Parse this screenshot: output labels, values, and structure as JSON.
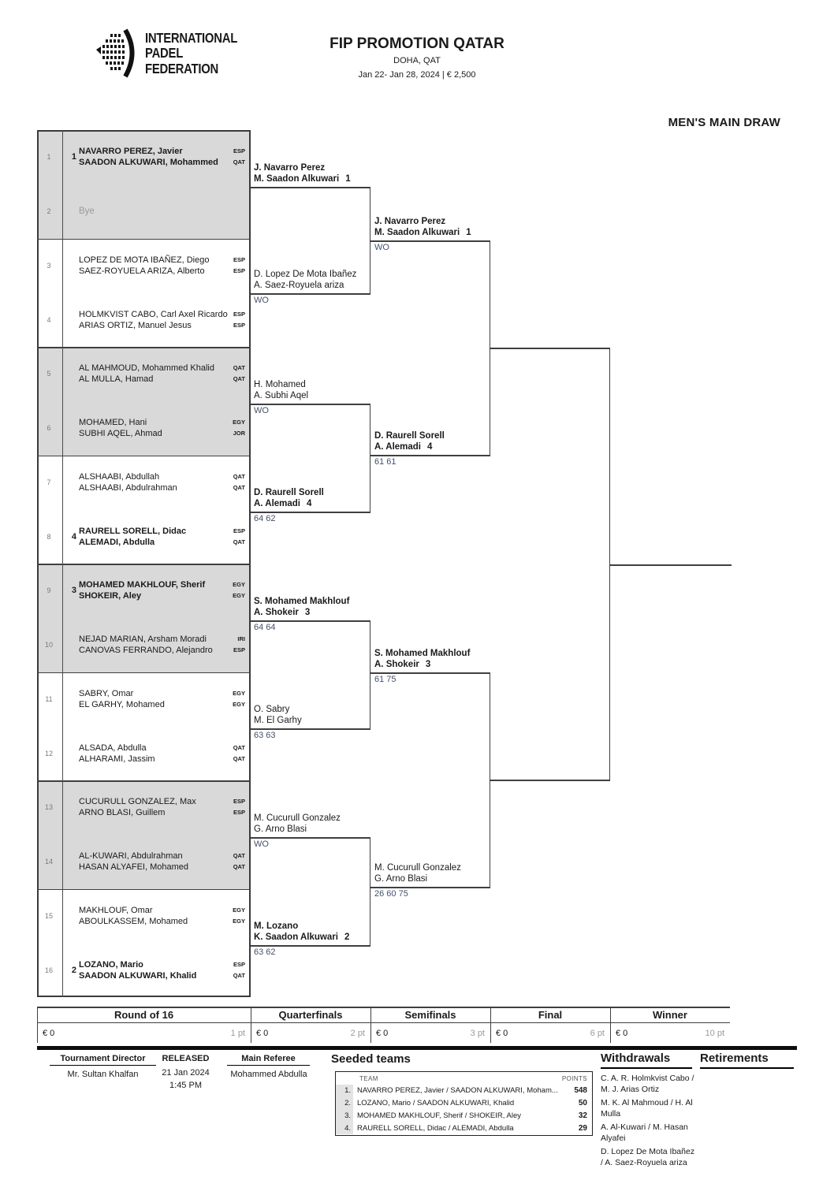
{
  "header": {
    "logo_lines": [
      "INTERNATIONAL",
      "PADEL",
      "FEDERATION"
    ],
    "title": "FIP PROMOTION QATAR",
    "location": "DOHA, QAT",
    "dates_prize": "Jan 22- Jan 28, 2024  |  € 2,500",
    "draw_title": "MEN'S MAIN DRAW"
  },
  "round16": {
    "slots": [
      {
        "num": "1",
        "seed": "1",
        "p1": "NAVARRO PEREZ, Javier",
        "c1": "ESP",
        "p2": "SAADON ALKUWARI, Mohammed",
        "c2": "QAT"
      },
      {
        "num": "2",
        "bye": "Bye"
      },
      {
        "num": "3",
        "p1": "LOPEZ DE MOTA IBAÑEZ, Diego",
        "c1": "ESP",
        "p2": "SAEZ-ROYUELA ARIZA, Alberto",
        "c2": "ESP"
      },
      {
        "num": "4",
        "p1": "HOLMKVIST CABO, Carl Axel Ricardo",
        "c1": "ESP",
        "p2": "ARIAS ORTIZ, Manuel Jesus",
        "c2": "ESP"
      },
      {
        "num": "5",
        "p1": "AL MAHMOUD, Mohammed Khalid",
        "c1": "QAT",
        "p2": "AL MULLA, Hamad",
        "c2": "QAT"
      },
      {
        "num": "6",
        "p1": "MOHAMED, Hani",
        "c1": "EGY",
        "p2": "SUBHI AQEL, Ahmad",
        "c2": "JOR"
      },
      {
        "num": "7",
        "p1": "ALSHAABI, Abdullah",
        "c1": "QAT",
        "p2": "ALSHAABI, Abdulrahman",
        "c2": "QAT"
      },
      {
        "num": "8",
        "seed": "4",
        "p1": "RAURELL SORELL, Didac",
        "c1": "ESP",
        "p2": "ALEMADI, Abdulla",
        "c2": "QAT"
      },
      {
        "num": "9",
        "seed": "3",
        "p1": "MOHAMED MAKHLOUF, Sherif",
        "c1": "EGY",
        "p2": "SHOKEIR, Aley",
        "c2": "EGY"
      },
      {
        "num": "10",
        "p1": "NEJAD MARIAN, Arsham Moradi",
        "c1": "IRI",
        "p2": "CANOVAS FERRANDO, Alejandro",
        "c2": "ESP"
      },
      {
        "num": "11",
        "p1": "SABRY, Omar",
        "c1": "EGY",
        "p2": "EL GARHY, Mohamed",
        "c2": "EGY"
      },
      {
        "num": "12",
        "p1": "ALSADA, Abdulla",
        "c1": "QAT",
        "p2": "ALHARAMI, Jassim",
        "c2": "QAT"
      },
      {
        "num": "13",
        "p1": "CUCURULL GONZALEZ, Max",
        "c1": "ESP",
        "p2": "ARNO BLASI, Guillem",
        "c2": "ESP"
      },
      {
        "num": "14",
        "p1": "AL-KUWARI, Abdulrahman",
        "c1": "QAT",
        "p2": "HASAN ALYAFEI, Mohamed",
        "c2": "QAT"
      },
      {
        "num": "15",
        "p1": "MAKHLOUF, Omar",
        "c1": "EGY",
        "p2": "ABOULKASSEM, Mohamed",
        "c2": "EGY"
      },
      {
        "num": "16",
        "seed": "2",
        "p1": "LOZANO, Mario",
        "c1": "ESP",
        "p2": "SAADON ALKUWARI, Khalid",
        "c2": "QAT"
      }
    ]
  },
  "quarterfinals": [
    {
      "p1": "J. Navarro Perez",
      "p2": "M. Saadon Alkuwari",
      "seed": "1",
      "score": ""
    },
    {
      "p1": "D. Lopez De Mota Ibañez",
      "p2": "A. Saez-Royuela ariza",
      "score": "WO"
    },
    {
      "p1": "H. Mohamed",
      "p2": "A. Subhi Aqel",
      "score": "WO"
    },
    {
      "p1": "D. Raurell Sorell",
      "p2": "A. Alemadi",
      "seed": "4",
      "score": "64 62"
    },
    {
      "p1": "S. Mohamed Makhlouf",
      "p2": "A. Shokeir",
      "seed": "3",
      "score": "64 64"
    },
    {
      "p1": "O. Sabry",
      "p2": "M. El Garhy",
      "score": "63 63"
    },
    {
      "p1": "M. Cucurull Gonzalez",
      "p2": "G. Arno Blasi",
      "score": "WO"
    },
    {
      "p1": "M. Lozano",
      "p2": "K. Saadon Alkuwari",
      "seed": "2",
      "score": "63 62"
    }
  ],
  "semifinals": [
    {
      "p1": "J. Navarro Perez",
      "p2": "M. Saadon Alkuwari",
      "seed": "1",
      "score": "WO"
    },
    {
      "p1": "D. Raurell Sorell",
      "p2": "A. Alemadi",
      "seed": "4",
      "score": "61 61"
    },
    {
      "p1": "S. Mohamed Makhlouf",
      "p2": "A. Shokeir",
      "seed": "3",
      "score": "61 75"
    },
    {
      "p1": "M. Cucurull Gonzalez",
      "p2": "G. Arno Blasi",
      "score": "26 60 75"
    }
  ],
  "points_row": [
    {
      "label": "Round of 16",
      "prize": "€ 0",
      "pts": "1 pt"
    },
    {
      "label": "Quarterfinals",
      "prize": "€ 0",
      "pts": "2 pt"
    },
    {
      "label": "Semifinals",
      "prize": "€ 0",
      "pts": "3 pt"
    },
    {
      "label": "Final",
      "prize": "€ 0",
      "pts": "6 pt"
    },
    {
      "label": "Winner",
      "prize": "€ 0",
      "pts": "10 pt"
    }
  ],
  "footer": {
    "td_label": "Tournament Director",
    "td_name": "Mr. Sultan Khalfan",
    "released_label": "RELEASED",
    "released_date": "21 Jan 2024",
    "released_time": "1:45 PM",
    "referee_label": "Main Referee",
    "referee_name": "Mohammed Abdulla",
    "seeded_title": "Seeded teams",
    "seeded_header": {
      "team": "TEAM",
      "points": "POINTS"
    },
    "seeded": [
      {
        "num": "1.",
        "team": "NAVARRO PEREZ, Javier / SAADON ALKUWARI, Moham...",
        "points": "548"
      },
      {
        "num": "2.",
        "team": "LOZANO, Mario / SAADON ALKUWARI, Khalid",
        "points": "50"
      },
      {
        "num": "3.",
        "team": "MOHAMED MAKHLOUF, Sherif / SHOKEIR, Aley",
        "points": "32"
      },
      {
        "num": "4.",
        "team": "RAURELL SORELL, Didac / ALEMADI, Abdulla",
        "points": "29"
      }
    ],
    "withdrawals_label": "Withdrawals",
    "withdrawals": [
      "C. A. R. Holmkvist Cabo / M. J. Arias Ortiz",
      "M. K. Al Mahmoud / H. Al Mulla",
      "A. Al-Kuwari / M. Hasan Alyafei",
      "D. Lopez De Mota Ibañez / A. Saez-Royuela ariza"
    ],
    "retirements_label": "Retirements"
  }
}
